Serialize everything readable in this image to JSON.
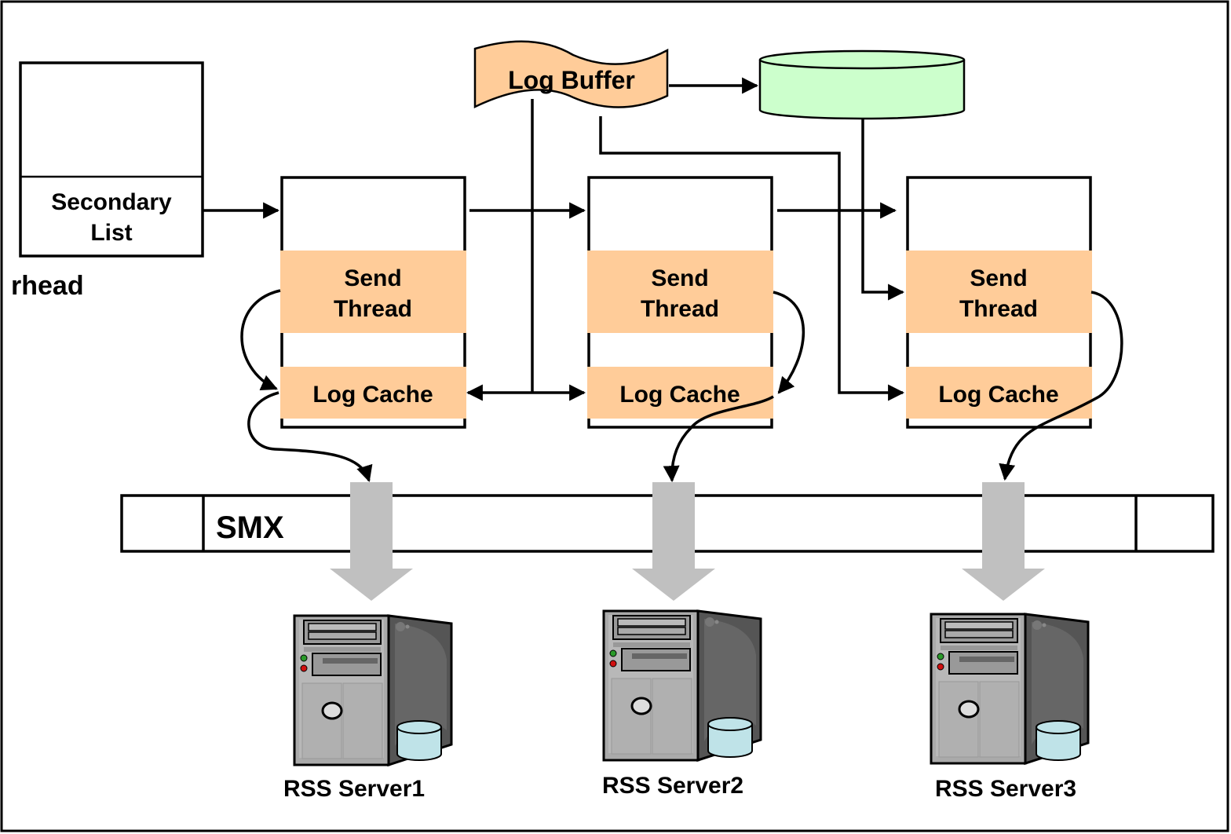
{
  "diagram": {
    "type": "replication-architecture",
    "colors": {
      "peach": "#FFCC99",
      "db_green": "#CCFFCC",
      "gray_arrow": "#C0C0C0",
      "server_db": "#BFE3E8",
      "stroke": "#000000"
    },
    "rhead": {
      "label": "rhead",
      "secondary_list": "Secondary List",
      "secondary_list_line1": "Secondary",
      "secondary_list_line2": "List"
    },
    "log_buffer": {
      "label": "Log Buffer"
    },
    "database": {
      "label": ""
    },
    "nodes": [
      {
        "send_thread_line1": "Send",
        "send_thread_line2": "Thread",
        "log_cache": "Log Cache"
      },
      {
        "send_thread_line1": "Send",
        "send_thread_line2": "Thread",
        "log_cache": "Log Cache"
      },
      {
        "send_thread_line1": "Send",
        "send_thread_line2": "Thread",
        "log_cache": "Log Cache"
      }
    ],
    "smx": {
      "label": "SMX"
    },
    "servers": [
      {
        "label": "RSS Server1"
      },
      {
        "label": "RSS Server2"
      },
      {
        "label": "RSS Server3"
      }
    ]
  }
}
